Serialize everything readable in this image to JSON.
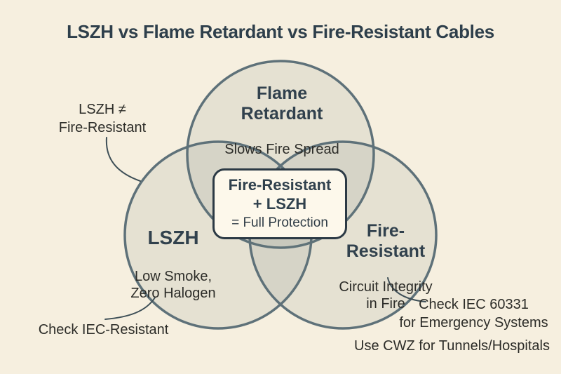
{
  "title": "LSZH vs Flame Retardant vs Fire-Resistant Cables",
  "venn": {
    "circles": [
      {
        "id": "flame-retardant",
        "label": "Flame\nRetardant",
        "sublabel": "Slows Fire Spread"
      },
      {
        "id": "lszh",
        "label": "LSZH",
        "sublabel": "Low Smoke,\nZero Halogen"
      },
      {
        "id": "fire-resistant",
        "label": "Fire-\nResistant",
        "sublabel": "Circuit Integrity\nin Fire"
      }
    ],
    "center_box": {
      "line1": "Fire-Resistant",
      "line2": "+ LSZH",
      "line3": "= Full Protection"
    }
  },
  "annotations": {
    "lszh_not_equal": "LSZH ≠\nFire-Resistant",
    "check_iec": "Check IEC-Resistant",
    "check_iec_60331": "Check IEC 60331\nfor Emergency Systems",
    "use_cwz": "Use CWZ for Tunnels/Hospitals"
  },
  "colors": {
    "background": "#f6efdf",
    "circle_stroke": "#5e7179",
    "circle_fill_tint": "#6e7d7a",
    "box_fill": "#fdf8eb",
    "box_border": "#2c3a45",
    "heading_text": "#31414d",
    "body_text": "#2c2c28",
    "leader_line": "#3e4f57"
  }
}
